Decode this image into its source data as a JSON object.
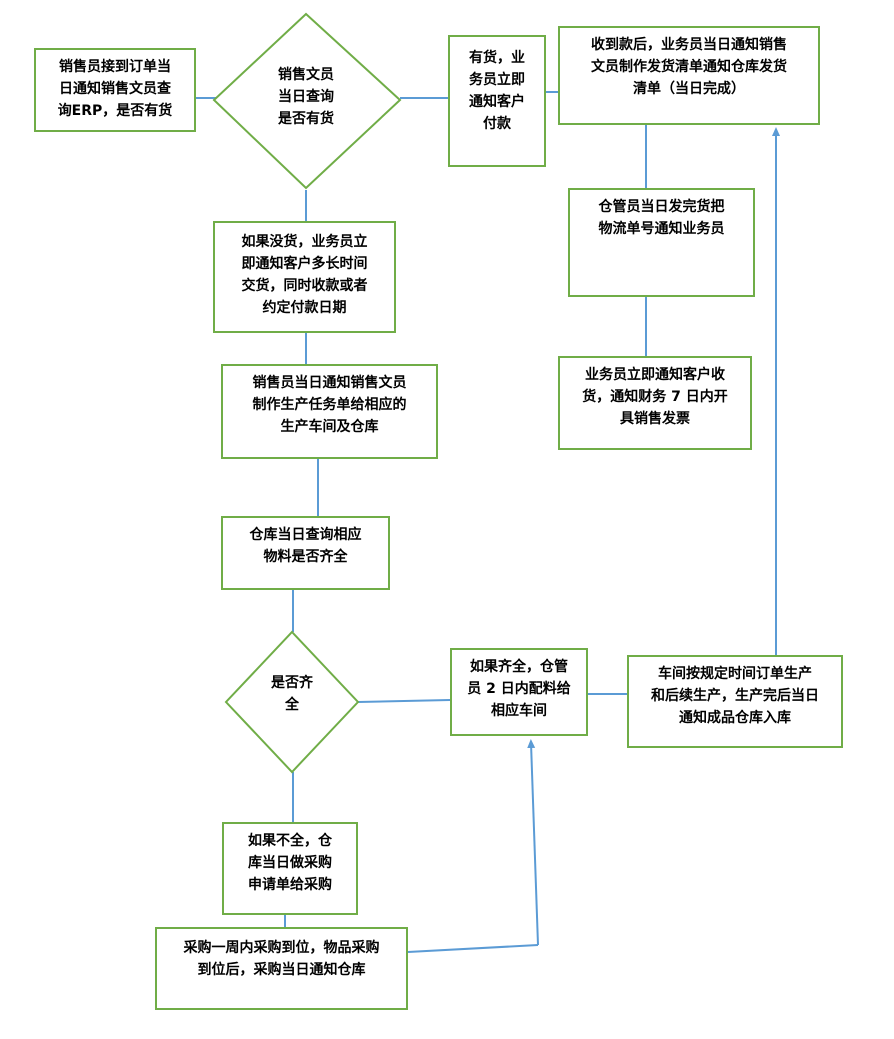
{
  "colors": {
    "box_border": "#70AD47",
    "connector": "#5B9BD5",
    "text": "#000000"
  },
  "flowchart": {
    "nodes": {
      "order_received": "销售员接到订单当\n日通知销售文员查\n询ERP，是否有货",
      "decision_in_stock": "销售文员\n当日查询\n是否有货",
      "in_stock_payment": "有货，业\n务员立即\n通知客户\n付款",
      "payment_received": "收到款后，业务员当日通知销售\n文员制作发货清单通知仓库发货\n清单（当日完成）",
      "warehouse_shipped": "仓管员当日发完货把\n物流单号通知业务员",
      "confirm_receipt": "业务员立即通知客户收\n货，通知财务 7 日内开\n具销售发票",
      "out_of_stock": "如果没货，业务员立\n即通知客户多长时间\n交货，同时收款或者\n约定付款日期",
      "production_order": "销售员当日通知销售文员\n制作生产任务单给相应的\n生产车间及仓库",
      "check_materials": "仓库当日查询相应\n物料是否齐全",
      "decision_complete": "是否齐\n全",
      "materials_complete": "如果齐全，仓管\n员 2 日内配料给\n相应车间",
      "workshop_production": "车间按规定时间订单生产\n和后续生产，生产完后当日\n通知成品仓库入库",
      "materials_incomplete": "如果不全，仓\n库当日做采购\n申请单给采购",
      "purchase": "采购一周内采购到位，物品采购\n到位后，采购当日通知仓库"
    }
  }
}
